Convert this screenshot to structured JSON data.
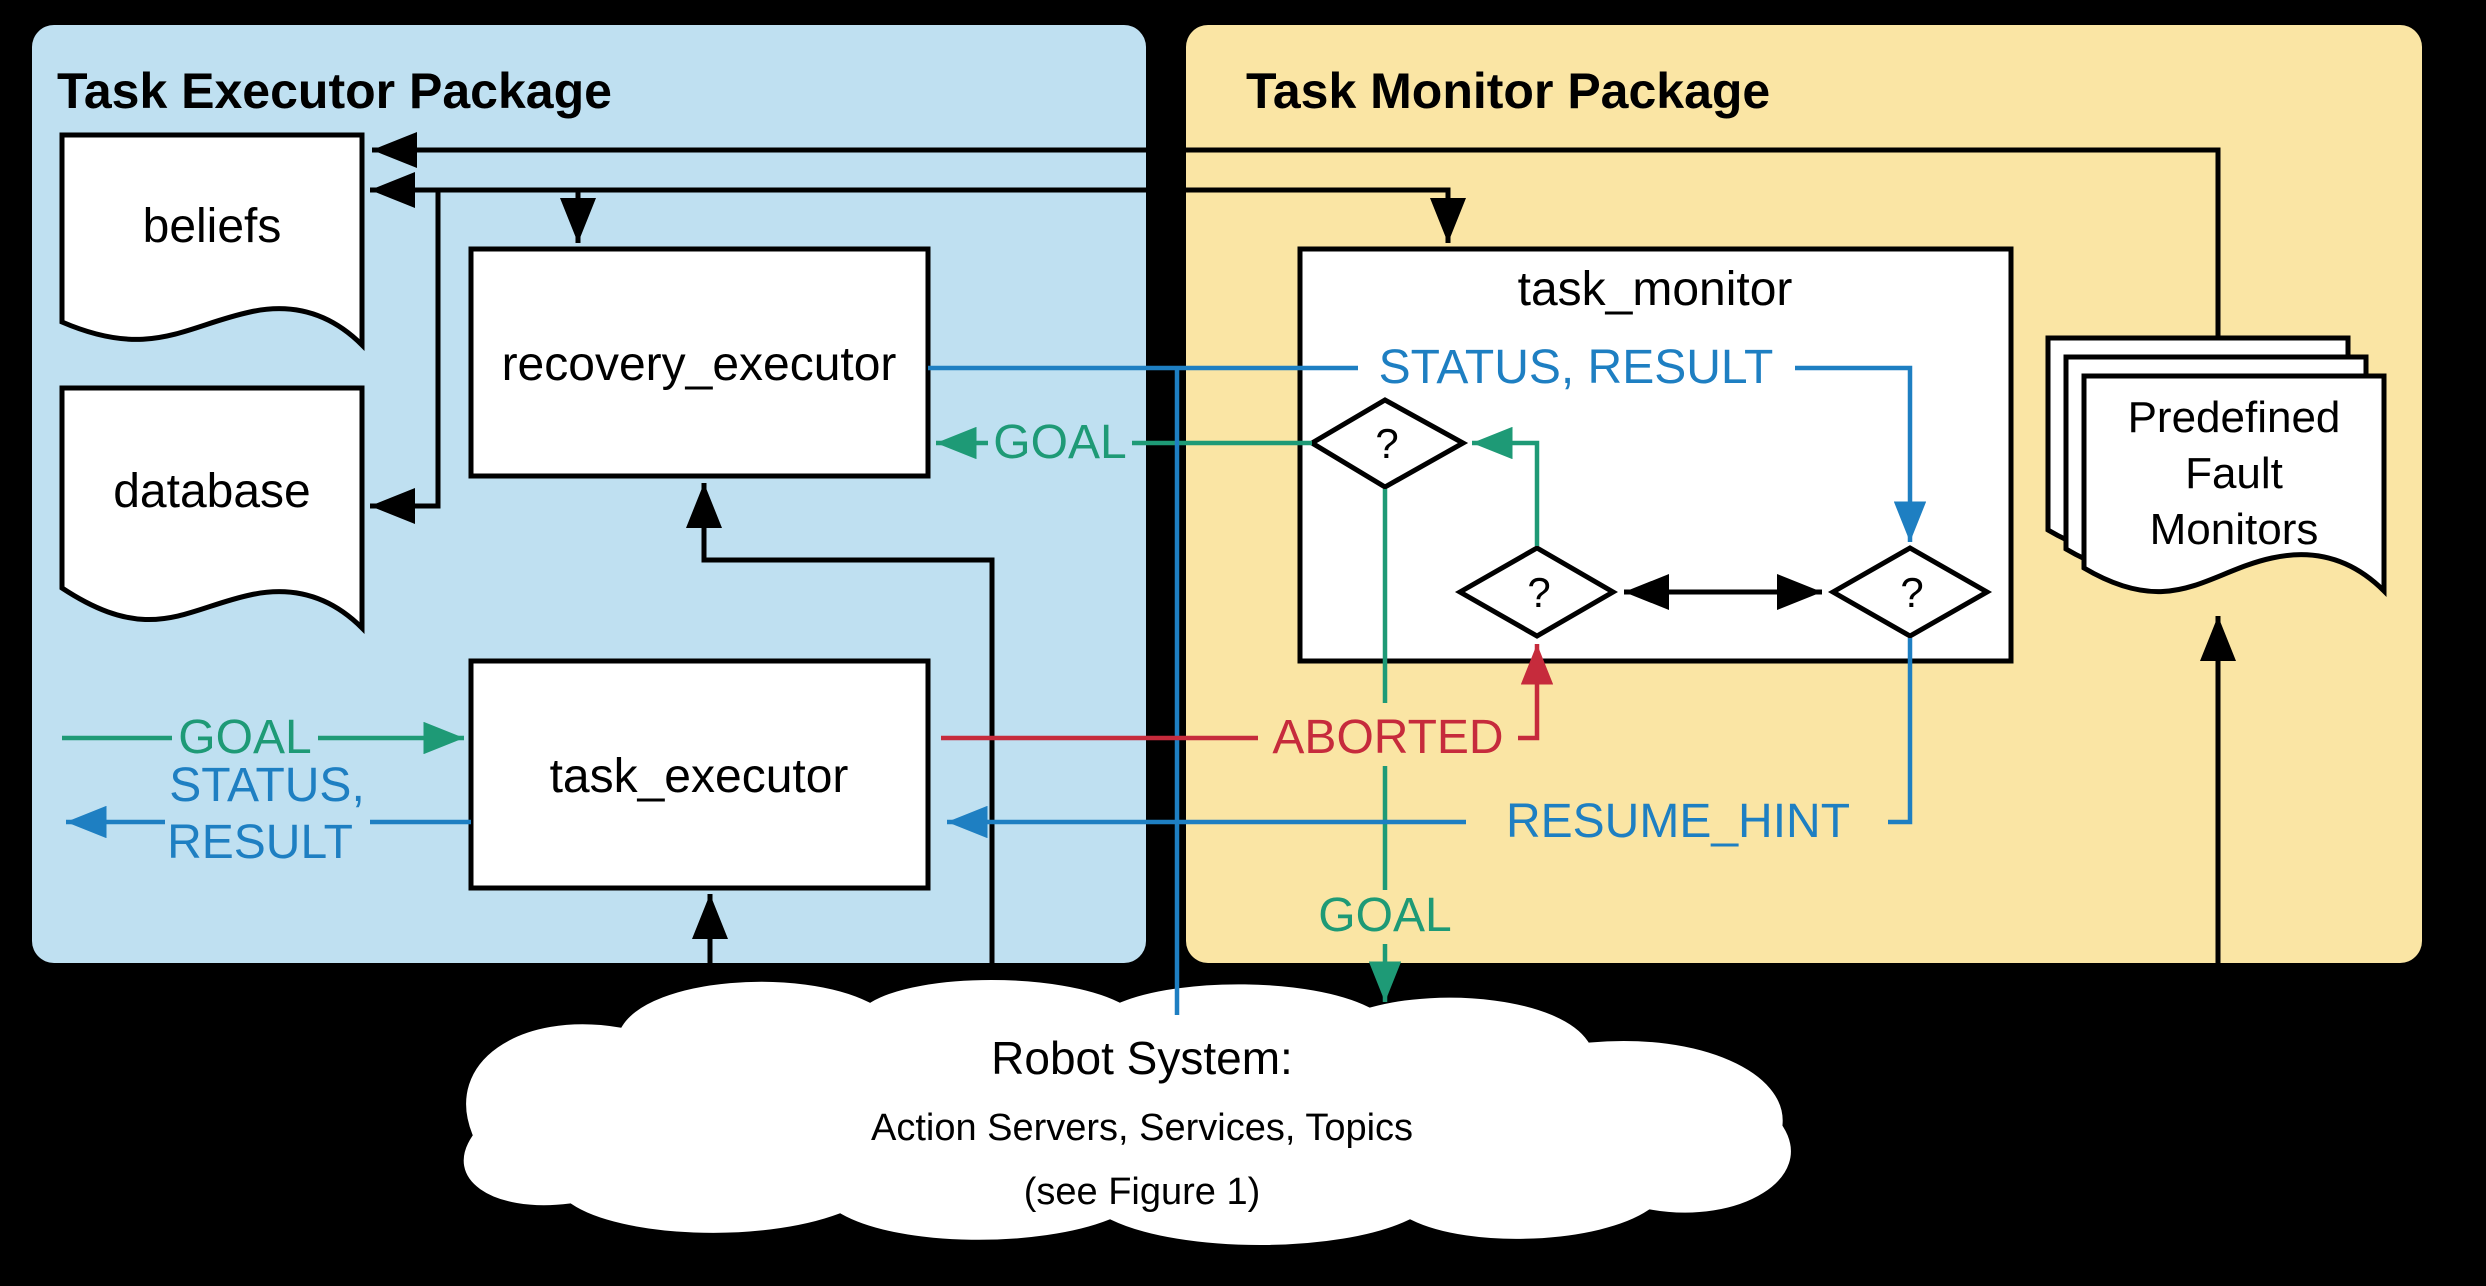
{
  "colors": {
    "canvas": "#000000",
    "executor_panel": "#bfe0f1",
    "monitor_panel": "#fae5a4",
    "node_fill": "#ffffff",
    "green": "#1e9a76",
    "blue": "#1e7fc2",
    "red": "#c62b3c",
    "black": "#000000"
  },
  "panels": {
    "executor": {
      "title": "Task Executor Package"
    },
    "monitor": {
      "title": "Task Monitor Package"
    }
  },
  "nodes": {
    "beliefs": {
      "label": "beliefs"
    },
    "database": {
      "label": "database"
    },
    "recovery_executor": {
      "label": "recovery_executor"
    },
    "task_executor": {
      "label": "task_executor"
    },
    "task_monitor": {
      "label": "task_monitor",
      "decisions": [
        "?",
        "?",
        "?"
      ]
    },
    "fault_monitors": {
      "lines": [
        "Predefined",
        "Fault",
        "Monitors"
      ]
    }
  },
  "cloud": {
    "lines": [
      "Robot System:",
      "Action Servers, Services, Topics",
      "(see Figure 1)"
    ]
  },
  "edge_labels": {
    "goal_in": "GOAL",
    "status_out_line1": "STATUS,",
    "status_out_line2": "RESULT",
    "status_result_monitor": "STATUS, RESULT",
    "goal_monitor_to_recovery": "GOAL",
    "aborted": "ABORTED",
    "resume_hint": "RESUME_HINT",
    "goal_to_robot": "GOAL"
  }
}
